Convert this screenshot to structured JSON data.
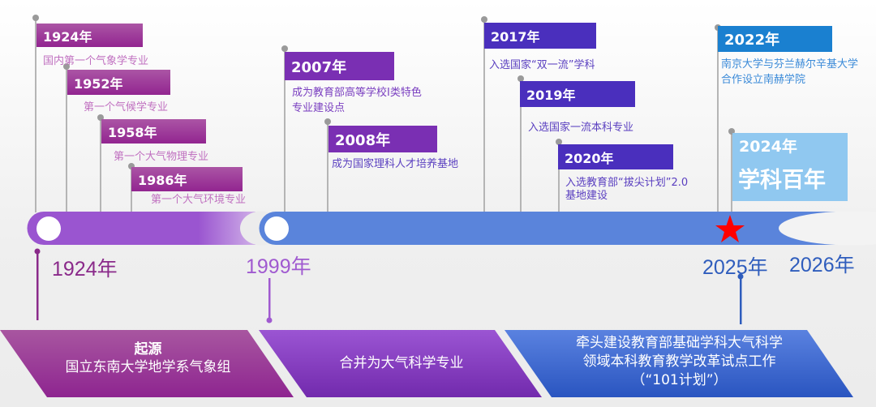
{
  "milestones": [
    {
      "year": "1924年",
      "desc": "国内第一个气象学专业"
    },
    {
      "year": "1952年",
      "desc": "第一个气候学专业"
    },
    {
      "year": "1958年",
      "desc": "第一个大气物理专业"
    },
    {
      "year": "1986年",
      "desc": "第一个大气环境专业"
    },
    {
      "year": "2007年",
      "desc": [
        "成为教育部高等学校I类特色",
        "专业建设点"
      ]
    },
    {
      "year": "2008年",
      "desc": "成为国家理科人才培养基地"
    },
    {
      "year": "2017年",
      "desc": "入选国家“双一流”学科"
    },
    {
      "year": "2019年",
      "desc": "入选国家一流本科专业"
    },
    {
      "year": "2020年",
      "desc": [
        "入选教育部“拔尖计划”2.0",
        "基地建设"
      ]
    },
    {
      "year": "2022年",
      "desc": [
        "南京大学与芬兰赫尔辛基大学",
        "合作设立南赫学院"
      ]
    },
    {
      "year": "2024年",
      "desc": "学科百年"
    }
  ],
  "axis_years": [
    "1924年",
    "1999年",
    "2025年",
    "2026年"
  ],
  "phases": [
    {
      "title": "起源",
      "text": "国立东南大学地学系气象组"
    },
    {
      "text": "合并为大气科学专业"
    },
    {
      "text": [
        "牵头建设教育部基础学科大气科学",
        "领域本科教育教学改革试点工作",
        "（“101计划”）"
      ]
    }
  ],
  "colors": {
    "magenta": "#922590",
    "purple": "#7a2fb3",
    "indigo": "#4a2fbd",
    "blue": "#2f5dbd",
    "star": "#ff0000"
  }
}
